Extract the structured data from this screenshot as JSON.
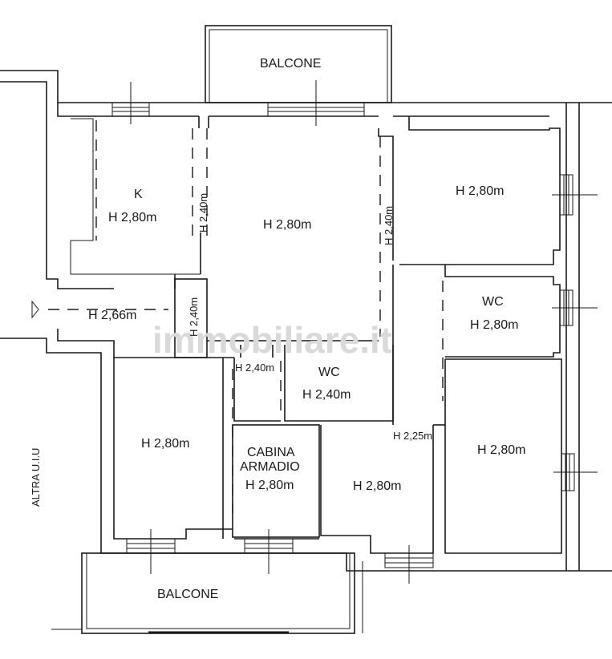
{
  "labels": {
    "balcone_top": "BALCONE",
    "balcone_bottom": "BALCONE",
    "kitchen_name": "K",
    "kitchen_height": "H 2,80m",
    "passage_left_height": "H 2,40m",
    "living_height": "H 2,80m",
    "passage_right_height": "H 2,40m",
    "bedroom_ne_height": "H 2,80m",
    "entrance_height": "H 2,66m",
    "hall_height": "H 2,40m",
    "wc_right_name": "WC",
    "wc_right_height": "H 2,80m",
    "corridor_small_height": "H 2,40m",
    "wc_center_name": "WC",
    "wc_center_height": "H 2,40m",
    "corridor_right_height": "H 2,25m",
    "bedroom_sw_height": "H 2,80m",
    "cabina_line1": "CABINA",
    "cabina_line2": "ARMADIO",
    "cabina_height": "H 2,80m",
    "bedroom_s_height": "H 2,80m",
    "bedroom_se_height": "H 2,80m",
    "neighbour": "ALTRA U.I.U",
    "watermark": "immobiliare.it"
  }
}
